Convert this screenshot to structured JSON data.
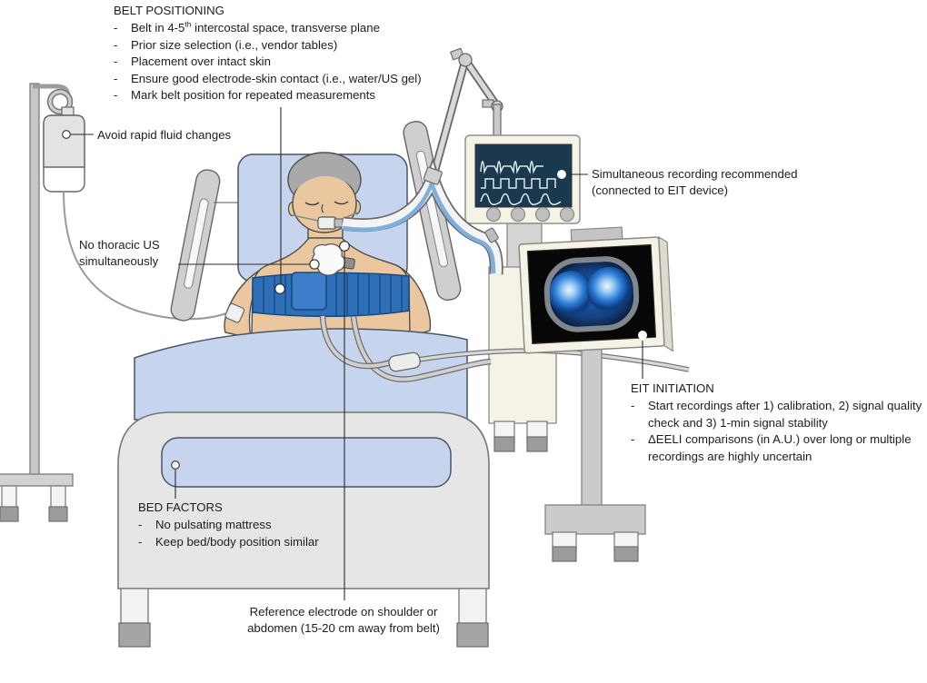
{
  "annotations": {
    "dash": "-",
    "belt_positioning": {
      "title": "BELT POSITIONING",
      "bullet1_pre": "Belt in 4-5",
      "bullet1_sup": "th",
      "bullet1_post": " intercostal space, transverse plane",
      "bullets": [
        "Prior size selection (i.e., vendor tables)",
        "Placement over intact skin",
        "Ensure good electrode-skin contact (i.e., water/US gel)",
        "Mark belt position for repeated measurements"
      ]
    },
    "iv_bag": {
      "label": "Avoid rapid fluid changes"
    },
    "thoracic_us": {
      "label": "No thoracic US\nsimultaneously"
    },
    "recording": {
      "label": "Simultaneous recording recommended\n(connected to EIT device)"
    },
    "eit_initiation": {
      "title": "EIT INITIATION",
      "bullets": [
        "Start recordings after 1) calibration, 2) signal quality check and 3) 1-min signal stability",
        "ΔEELI comparisons (in A.U.) over long or multiple recordings are highly uncertain"
      ]
    },
    "bed_factors": {
      "title": "BED FACTORS",
      "bullets": [
        "No pulsating mattress",
        "Keep bed/body position similar"
      ]
    },
    "reference_electrode": {
      "label": "Reference electrode on shoulder or\nabdomen (15-20 cm away from belt)"
    }
  },
  "scene": {
    "elements": [
      "iv-pole",
      "iv-fluid-bag",
      "hospital-bed",
      "patient",
      "eit-belt",
      "ultrasound-probe",
      "ventilation-tubing",
      "ventilator-support-arm",
      "vitals-monitor",
      "eit-device-cart",
      "eit-display",
      "monitor-stand"
    ]
  },
  "colors": {
    "text": "#1d1d1d",
    "bedding_blue": "#c6d5ed",
    "belt_blue": "#2e6fb7",
    "belt_dark": "#17497f",
    "skin": "#eac79e",
    "hair_gray": "#a9a9a9",
    "device_cream": "#f5f2e6",
    "metal_gray": "#cbcbcb",
    "caster_gray": "#9b9b9b",
    "monitor_screen_navy": "#1b394e",
    "waveform_light": "#dce9ee",
    "eit_screen_black": "#070707",
    "eit_ring_gray": "#8b9094",
    "eit_lung_blue": "#2f7fd6",
    "callout": "#2a2a2a"
  }
}
